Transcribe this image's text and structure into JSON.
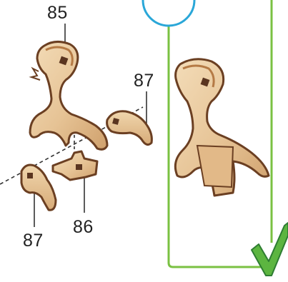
{
  "labels": {
    "part_85": "85",
    "part_86": "86",
    "part_87_upper": "87",
    "part_87_lower": "87"
  },
  "colors": {
    "wood_light": "#e9c9a0",
    "wood_edge": "#6b3f22",
    "wood_shadow": "#c99a6a",
    "frame_green": "#7ac142",
    "circle_blue": "#2aa7d8",
    "check_green": "#5cb540",
    "leader_line": "#333333"
  },
  "icons": {
    "step_circle": "step-circle-icon",
    "check": "checkmark-icon"
  }
}
